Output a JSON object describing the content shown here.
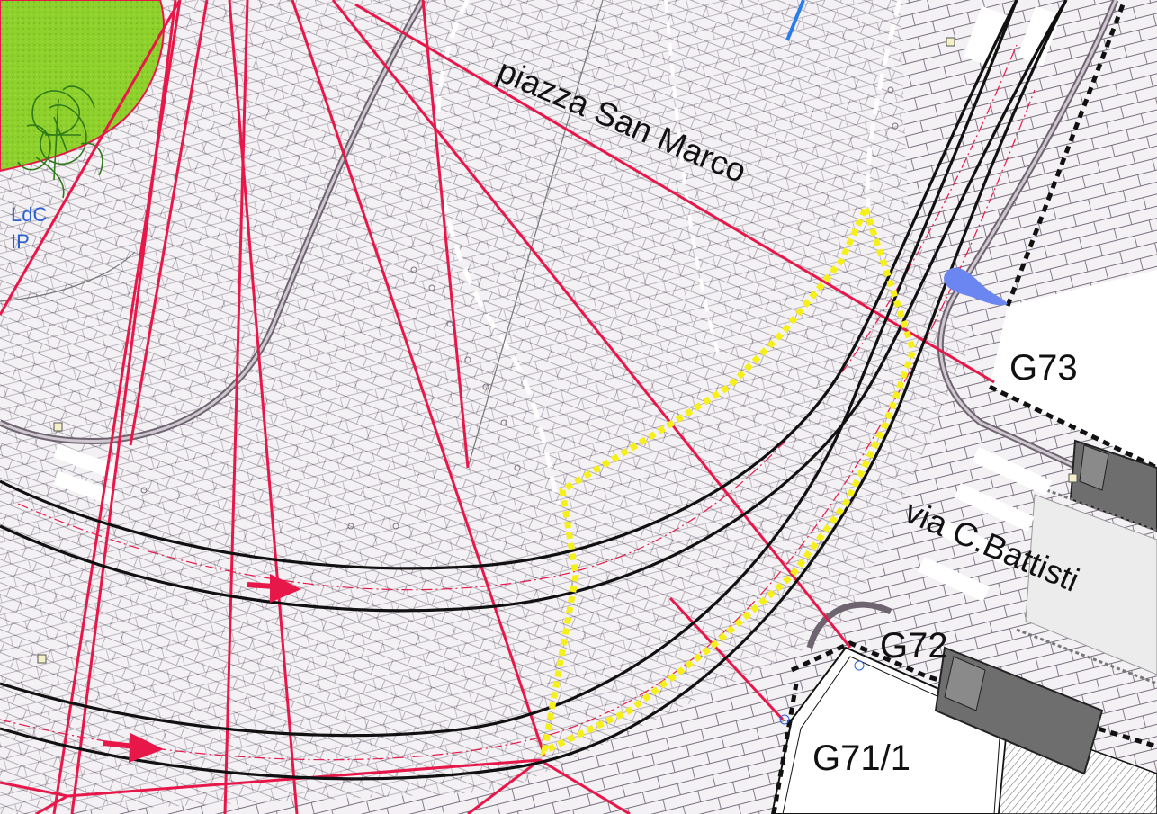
{
  "map": {
    "streets": {
      "piazza": "piazza San Marco",
      "via": "via C.Battisti"
    },
    "points": {
      "g73": "G73",
      "g72": "G72",
      "g71": "G71/1"
    },
    "legend_fragments": {
      "line1": "LdC",
      "line2": "IP"
    },
    "colors": {
      "pavement": "#f3f1f4",
      "paving_grid": "#7a6f7e",
      "grass": "#8fd12c",
      "red_lines": "#e8174a",
      "track_lines": "#111111",
      "yellow_boundary": "#f6f01a",
      "building_fill": "#ffffff",
      "dark_block": "#6e6e6e",
      "water_marker": "#6b86f0"
    },
    "icons": {
      "direction_arrow": "arrow-right-icon",
      "water_drop": "water-drop-icon",
      "lamp": "street-lamp-icon"
    }
  }
}
